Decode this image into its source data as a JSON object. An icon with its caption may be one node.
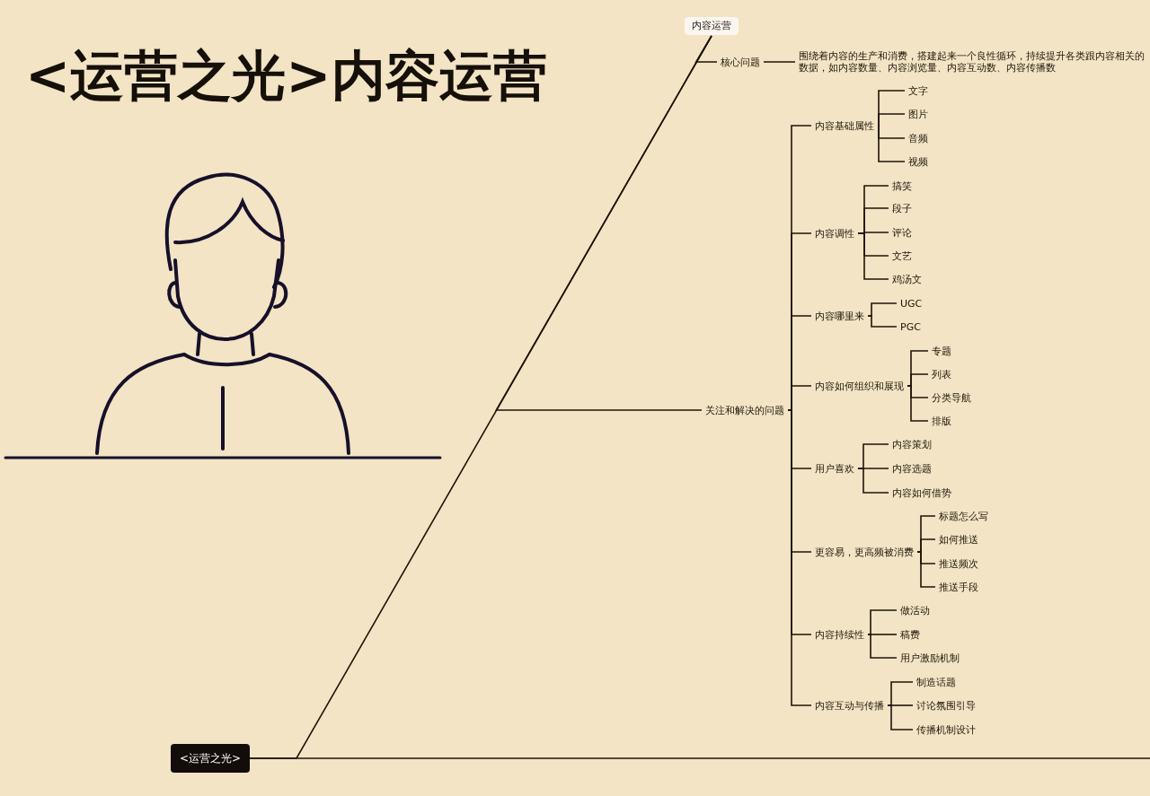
{
  "diagram": {
    "title": "<运营之光>内容运营",
    "nodes": [
      {
        "text": [
          "<运营之光>"
        ]
      },
      {
        "text": [
          "内容运营"
        ]
      },
      {
        "text": [
          "核心问题"
        ]
      },
      {
        "text": [
          "围绕着内容的生产和消费，搭建起来一个良性循环，持续提升各类跟内容相关的数据，如内容数量、内容浏览量、内容互动数、内容传播数"
        ]
      },
      {
        "text": [
          "关注和解决的问题"
        ]
      },
      {
        "text": [
          "内容基础属性"
        ]
      },
      {
        "text": [
          "文字"
        ]
      },
      {
        "text": [
          "图片"
        ]
      },
      {
        "text": [
          "音频"
        ]
      },
      {
        "text": [
          "视频"
        ]
      },
      {
        "text": [
          "内容调性"
        ]
      },
      {
        "text": [
          "搞笑"
        ]
      },
      {
        "text": [
          "段子"
        ]
      },
      {
        "text": [
          "评论"
        ]
      },
      {
        "text": [
          "文艺"
        ]
      },
      {
        "text": [
          "鸡汤文"
        ]
      },
      {
        "text": [
          "内容哪里来"
        ]
      },
      {
        "text": [
          "UGC"
        ]
      },
      {
        "text": [
          "PGC"
        ]
      },
      {
        "text": [
          "内容如何组织和展现"
        ]
      },
      {
        "text": [
          "专题"
        ]
      },
      {
        "text": [
          "列表"
        ]
      },
      {
        "text": [
          "分类导航"
        ]
      },
      {
        "text": [
          "排版"
        ]
      },
      {
        "text": [
          "用户喜欢"
        ]
      },
      {
        "text": [
          "内容策划"
        ]
      },
      {
        "text": [
          "内容选题"
        ]
      },
      {
        "text": [
          "内容如何借势"
        ]
      },
      {
        "text": [
          "更容易，更高频被消费"
        ]
      },
      {
        "text": [
          "标题怎么写"
        ]
      },
      {
        "text": [
          "如何推送"
        ]
      },
      {
        "text": [
          "推送频次"
        ]
      },
      {
        "text": [
          "推送手段"
        ]
      },
      {
        "text": [
          "内容持续性"
        ]
      },
      {
        "text": [
          "做活动"
        ]
      },
      {
        "text": [
          "稿费"
        ]
      },
      {
        "text": [
          "用户激励机制"
        ]
      },
      {
        "text": [
          "内容互动与传播"
        ]
      },
      {
        "text": [
          "制造话题"
        ]
      },
      {
        "text": [
          "讨论氛围引导"
        ]
      },
      {
        "text": [
          "传播机制设计"
        ]
      }
    ],
    "edges": [
      {
        "from": 0,
        "to": 1,
        "arrow": "none"
      },
      {
        "from": 0,
        "to": null,
        "arrow": "none"
      },
      {
        "from": 1,
        "to": 2,
        "arrow": "none"
      },
      {
        "from": 2,
        "to": 3,
        "arrow": "none"
      },
      {
        "from": 1,
        "to": 4,
        "arrow": "none"
      },
      {
        "from": 4,
        "to": 5,
        "arrow": "none"
      },
      {
        "from": 5,
        "to": 6,
        "arrow": "none"
      },
      {
        "from": 5,
        "to": 7,
        "arrow": "none"
      },
      {
        "from": 5,
        "to": 8,
        "arrow": "none"
      },
      {
        "from": 5,
        "to": 9,
        "arrow": "none"
      },
      {
        "from": 4,
        "to": 10,
        "arrow": "none"
      },
      {
        "from": 10,
        "to": 11,
        "arrow": "none"
      },
      {
        "from": 10,
        "to": 12,
        "arrow": "none"
      },
      {
        "from": 10,
        "to": 13,
        "arrow": "none"
      },
      {
        "from": 10,
        "to": 14,
        "arrow": "none"
      },
      {
        "from": 10,
        "to": 15,
        "arrow": "none"
      },
      {
        "from": 4,
        "to": 16,
        "arrow": "none"
      },
      {
        "from": 16,
        "to": 17,
        "arrow": "none"
      },
      {
        "from": 16,
        "to": 18,
        "arrow": "none"
      },
      {
        "from": 4,
        "to": 19,
        "arrow": "none"
      },
      {
        "from": 19,
        "to": 20,
        "arrow": "none"
      },
      {
        "from": 19,
        "to": 21,
        "arrow": "none"
      },
      {
        "from": 19,
        "to": 22,
        "arrow": "none"
      },
      {
        "from": 19,
        "to": 23,
        "arrow": "none"
      },
      {
        "from": 4,
        "to": 24,
        "arrow": "none"
      },
      {
        "from": 24,
        "to": 25,
        "arrow": "none"
      },
      {
        "from": 24,
        "to": 26,
        "arrow": "none"
      },
      {
        "from": 24,
        "to": 27,
        "arrow": "none"
      },
      {
        "from": 4,
        "to": 28,
        "arrow": "none"
      },
      {
        "from": 28,
        "to": 29,
        "arrow": "none"
      },
      {
        "from": 28,
        "to": 30,
        "arrow": "none"
      },
      {
        "from": 28,
        "to": 31,
        "arrow": "none"
      },
      {
        "from": 28,
        "to": 32,
        "arrow": "none"
      },
      {
        "from": 4,
        "to": 33,
        "arrow": "none"
      },
      {
        "from": 33,
        "to": 34,
        "arrow": "none"
      },
      {
        "from": 33,
        "to": 35,
        "arrow": "none"
      },
      {
        "from": 33,
        "to": 36,
        "arrow": "none"
      },
      {
        "from": 4,
        "to": 37,
        "arrow": "none"
      },
      {
        "from": 37,
        "to": 38,
        "arrow": "none"
      },
      {
        "from": 37,
        "to": 39,
        "arrow": "none"
      },
      {
        "from": 37,
        "to": 40,
        "arrow": "none"
      }
    ]
  }
}
